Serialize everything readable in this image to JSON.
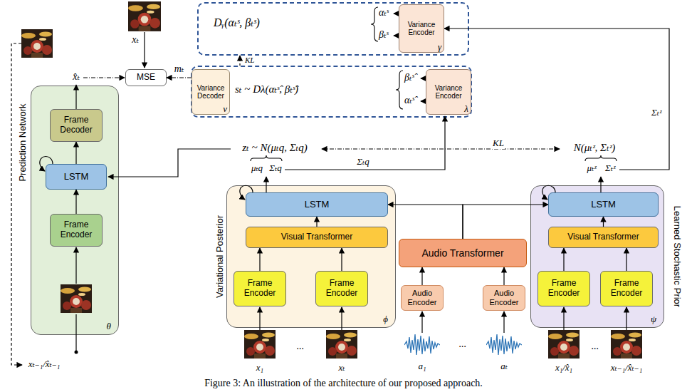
{
  "diagram": {
    "caption": "Figure 3: An illustration of the architecture of our proposed approach.",
    "nodes": [
      {
        "text": [
          "Dᵧ(αₜˢ, βₜˢ)",
          "αₜˢ",
          "βₜˢ"
        ]
      },
      {
        "text": [
          "Variance Encoder",
          "γ"
        ],
        "in": 0
      },
      {
        "text": [
          "sₜ ~ Dλ(αₜˢ̂, βₜˢ̂)",
          "βₜˢ̂",
          "αₜˢ̂"
        ]
      },
      {
        "text": [
          "Variance Decoder",
          "ν"
        ],
        "in": 2
      },
      {
        "text": [
          "Variance Encoder",
          "λ"
        ],
        "in": 2
      },
      {
        "text": [
          "MSE"
        ]
      },
      {
        "text": [
          "Prediction Network",
          "θ"
        ]
      },
      {
        "text": [
          "Frame Decoder"
        ],
        "in": 6
      },
      {
        "text": [
          "LSTM"
        ],
        "in": 6
      },
      {
        "text": [
          "Frame Encoder"
        ],
        "in": 6
      },
      {
        "text": [
          "Variational Posterior",
          "ϕ"
        ]
      },
      {
        "text": [
          "LSTM"
        ],
        "in": 10
      },
      {
        "text": [
          "Visual Transformer"
        ],
        "in": 10
      },
      {
        "text": [
          "Frame Encoder"
        ],
        "in": 10
      },
      {
        "text": [
          "Frame Encoder"
        ],
        "in": 10
      },
      {
        "text": [
          "Audio Transformer"
        ]
      },
      {
        "text": [
          "Audio Encoder"
        ]
      },
      {
        "text": [
          "Audio Encoder"
        ]
      },
      {
        "text": [
          "Learned Stochastic Prior",
          "ψ"
        ]
      },
      {
        "text": [
          "LSTM"
        ],
        "in": 18
      },
      {
        "text": [
          "Visual Transformer"
        ],
        "in": 18
      },
      {
        "text": [
          "Frame Encoder"
        ],
        "in": 18
      },
      {
        "text": [
          "Frame Encoder"
        ],
        "in": 18
      }
    ],
    "edges": [
      {
        "from": 9,
        "to": 8,
        "arrow": "to"
      },
      {
        "from": 8,
        "to": 7,
        "arrow": "to"
      },
      {
        "from": 13,
        "to": 12,
        "arrow": "to"
      },
      {
        "from": 14,
        "to": 12,
        "arrow": "to"
      },
      {
        "from": 12,
        "to": 11,
        "arrow": "to"
      },
      {
        "from": 21,
        "to": 20,
        "arrow": "to"
      },
      {
        "from": 22,
        "to": 20,
        "arrow": "to"
      },
      {
        "from": 20,
        "to": 19,
        "arrow": "to"
      },
      {
        "from": 16,
        "to": 15,
        "arrow": "to"
      },
      {
        "from": 17,
        "to": 15,
        "arrow": "to"
      },
      {
        "from": 15,
        "to": 11,
        "arrow": "to"
      },
      {
        "from": 15,
        "to": 19,
        "arrow": "to"
      },
      {
        "from": 3,
        "to": 5,
        "label": "mₜ",
        "arrow": "to"
      },
      {
        "from": 2,
        "to": 0,
        "label": "KL",
        "arrow": "to"
      }
    ],
    "labels": [
      "xₜ",
      "x̂ₜ",
      "zₜ ~ N(μₜq, Σₜq)",
      "μₜq",
      "Σₜq",
      "Σₜq",
      "KL",
      "N(μₜᶻ, Σₜᶻ)",
      "μₜᶻ",
      "Σₜᶻ",
      "Σₜᶻ",
      "xₜ₋₁/x̂ₜ₋₁",
      "x₁",
      "...",
      "xₜ",
      "a₁",
      "...",
      "aₜ",
      "x₁/x̂₁",
      "...",
      "xₜ₋₁/x̂ₜ₋₁"
    ]
  }
}
